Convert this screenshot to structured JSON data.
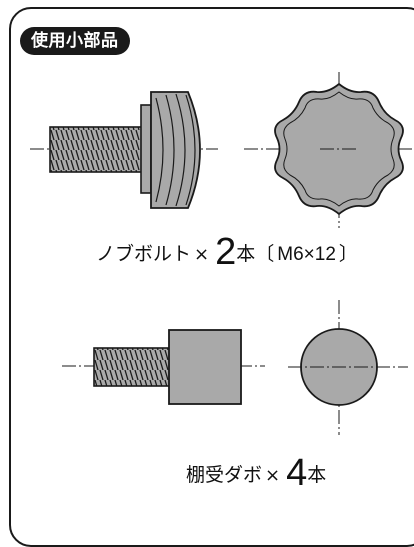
{
  "header": {
    "title": "使用小部品"
  },
  "parts": [
    {
      "name": "ノブボルト",
      "times": "×",
      "quantity": "2",
      "unit": "本",
      "bracket_open": "〔",
      "spec": "M6×12",
      "bracket_close": "〕"
    },
    {
      "name": "棚受ダボ",
      "times": "×",
      "quantity": "4",
      "unit": "本"
    }
  ],
  "colors": {
    "part_fill": "#a9a9a9",
    "line": "#1a1a1a",
    "background": "#ffffff"
  }
}
